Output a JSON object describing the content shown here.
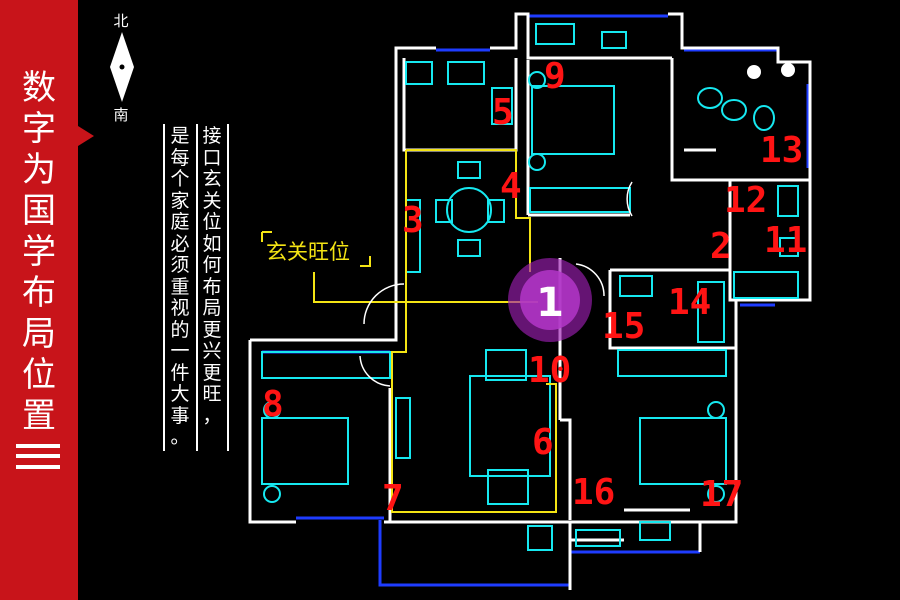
{
  "sidebar": {
    "title_chars": [
      "数",
      "字",
      "为",
      "国",
      "学",
      "布",
      "局",
      "位",
      "置"
    ],
    "roman_numeral": "三",
    "accent_color": "#c8141a"
  },
  "compass": {
    "north": "北",
    "south": "南",
    "icon": "compass-needle-icon"
  },
  "text_columns": {
    "right_chars": [
      "接",
      "口",
      "玄",
      "关",
      "位",
      "如",
      "何",
      "布",
      "局",
      "更",
      "兴",
      "更",
      "旺",
      "，"
    ],
    "left_chars": [
      "是",
      "每",
      "个",
      "家",
      "庭",
      "必",
      "须",
      "重",
      "视",
      "的",
      "一",
      "件",
      "大",
      "事",
      "。"
    ]
  },
  "floor_plan": {
    "callout_label": "玄关旺位",
    "center_marker": "1",
    "room_numbers": [
      "2",
      "3",
      "4",
      "5",
      "6",
      "7",
      "8",
      "9",
      "10",
      "11",
      "12",
      "13",
      "14",
      "15",
      "16",
      "17"
    ],
    "colors": {
      "walls": "#ffffff",
      "furniture": "#16e8f0",
      "windows": "#1e3cff",
      "highlight": "#f4e414",
      "numbers": "#ff1414",
      "marker": "#9b1fb0"
    }
  }
}
